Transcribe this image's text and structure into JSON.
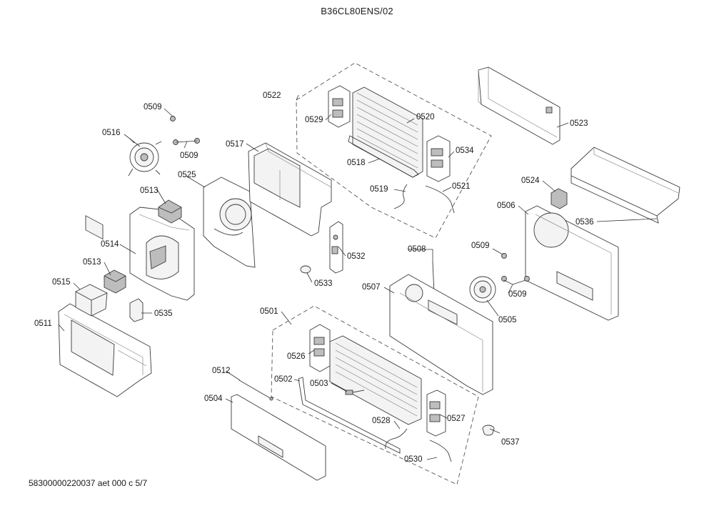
{
  "header": {
    "model": "B36CL80ENS/02"
  },
  "footer": {
    "reference": "58300000220037 aet 000 c 5/7"
  },
  "parts": {
    "p0501": "0501",
    "p0502": "0502",
    "p0503": "0503",
    "p0504": "0504",
    "p0505": "0505",
    "p0506": "0506",
    "p0507": "0507",
    "p0508": "0508",
    "p0509": "0509",
    "p0511": "0511",
    "p0512": "0512",
    "p0513": "0513",
    "p0514": "0514",
    "p0515": "0515",
    "p0516": "0516",
    "p0517": "0517",
    "p0518": "0518",
    "p0519": "0519",
    "p0520": "0520",
    "p0521": "0521",
    "p0522": "0522",
    "p0523": "0523",
    "p0524": "0524",
    "p0525": "0525",
    "p0526": "0526",
    "p0527": "0527",
    "p0528": "0528",
    "p0529": "0529",
    "p0530": "0530",
    "p0532": "0532",
    "p0533": "0533",
    "p0534": "0534",
    "p0535": "0535",
    "p0536": "0536",
    "p0537": "0537"
  }
}
